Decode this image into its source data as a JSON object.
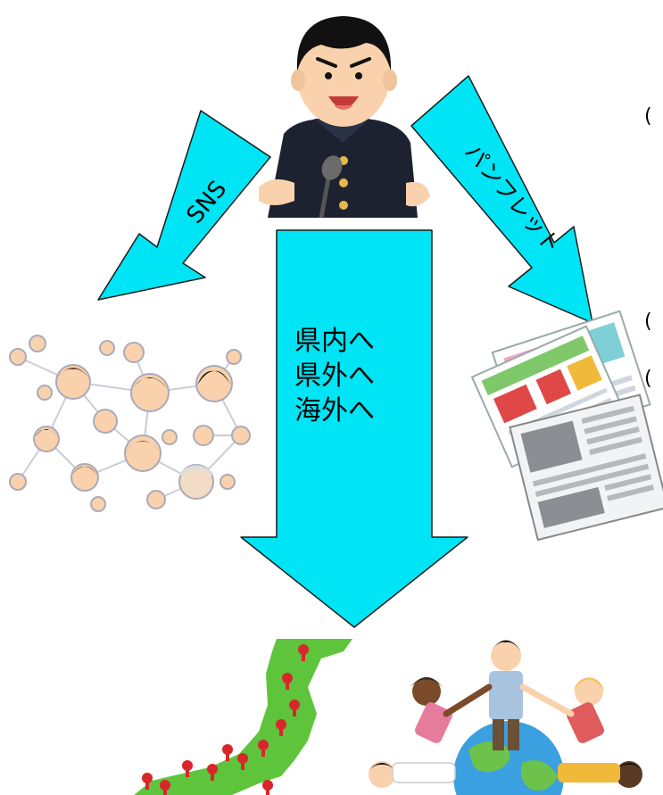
{
  "labels": {
    "sns": "SNS",
    "pamphlet": "パンフレット",
    "center_line1": "県内へ",
    "center_line2": "県外へ",
    "center_line3": "海外へ"
  },
  "side_marks": [
    "(",
    "(",
    "("
  ],
  "colors": {
    "arrow_fill": "#00e5f5",
    "arrow_stroke": "#1a1a1a",
    "uniform": "#1c2230",
    "skin": "#f9d2ad",
    "hair": "#111111",
    "map_green": "#5ec43c",
    "pin_red": "#d9262b",
    "globe_blue": "#3aa0e0",
    "globe_green": "#6cc24a"
  }
}
